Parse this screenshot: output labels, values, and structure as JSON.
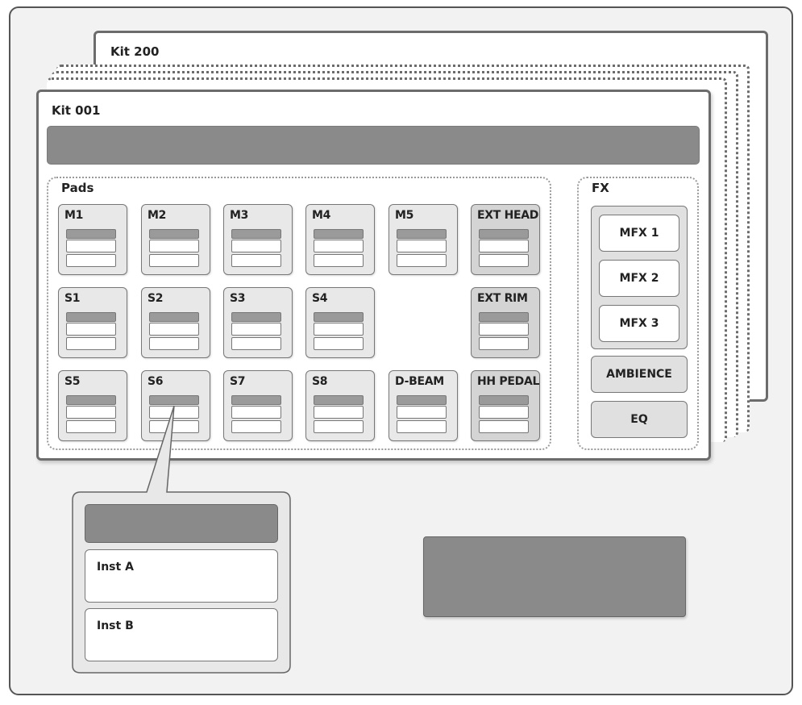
{
  "kits": {
    "back_label": "Kit 200",
    "front_label": "Kit 001"
  },
  "pads": {
    "title": "Pads",
    "rows": [
      [
        "M1",
        "M2",
        "M3",
        "M4",
        "M5",
        "EXT HEAD"
      ],
      [
        "S1",
        "S2",
        "S3",
        "S4",
        "EXT RIM"
      ],
      [
        "S5",
        "S6",
        "S7",
        "S8",
        "D-BEAM",
        "HH PEDAL"
      ]
    ]
  },
  "fx": {
    "title": "FX",
    "mfx": [
      "MFX 1",
      "MFX 2",
      "MFX 3"
    ],
    "ambience": "AMBIENCE",
    "eq": "EQ"
  },
  "instruments": {
    "items": [
      "Inst A",
      "Inst B"
    ]
  }
}
